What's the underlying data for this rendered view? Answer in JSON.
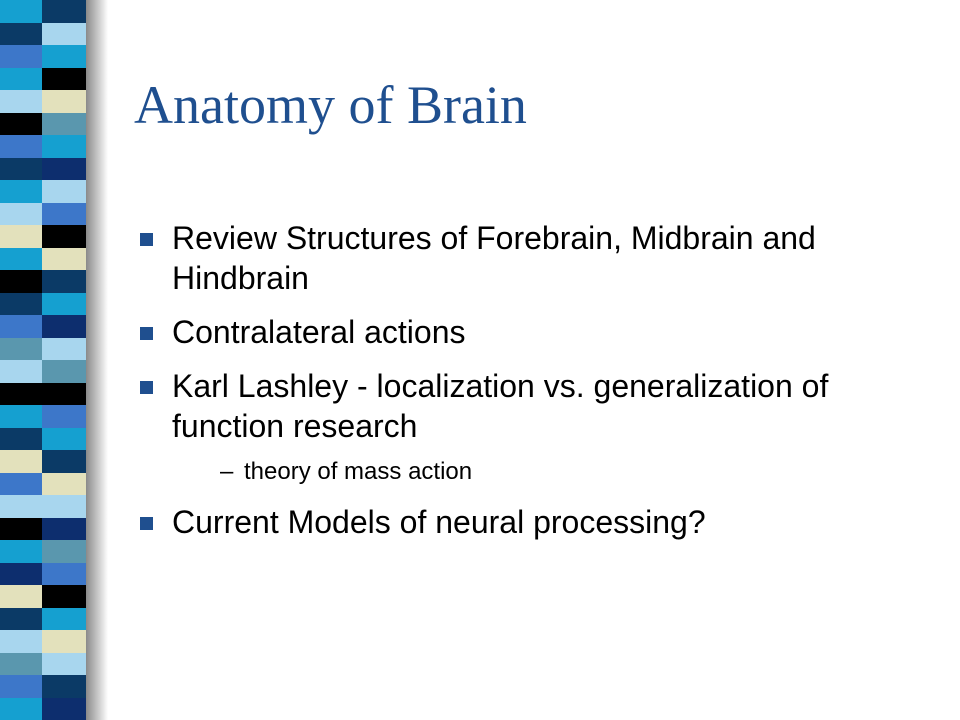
{
  "slide": {
    "title": "Anatomy of Brain",
    "bullets": [
      {
        "text": "Review Structures of Forebrain, Midbrain and Hindbrain"
      },
      {
        "text": "Contralateral actions"
      },
      {
        "text": "Karl Lashley - localization vs. generalization of function research",
        "sub": [
          {
            "text": "theory of mass action"
          }
        ]
      },
      {
        "text": "Current Models of neural processing?"
      }
    ],
    "sub_marker": "–"
  },
  "colors": {
    "title": "#1f4f8f",
    "bullet_marker": "#1f4f8f",
    "bar_palette": [
      "#0b3a66",
      "#3d77c9",
      "#000000",
      "#e3e1bc",
      "#5a97ae",
      "#15a0d0",
      "#a8d6ee",
      "#0d2e6e"
    ]
  }
}
